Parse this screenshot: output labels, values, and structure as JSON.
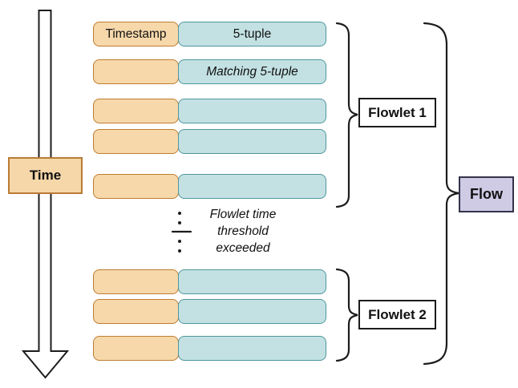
{
  "palette": {
    "orange_fill": "#F6D8AB",
    "orange_border": "#BE7D2F",
    "teal_fill": "#C3E1E3",
    "teal_border": "#4F969C",
    "lavender_fill": "#CFCBE4",
    "lavender_border": "#33334A",
    "line_color": "#1C1C1C"
  },
  "time_axis": {
    "label": "Time"
  },
  "packets": {
    "header_row": {
      "timestamp": "Timestamp",
      "tuple": "5-tuple"
    },
    "match_row": {
      "tuple": "Matching 5-tuple"
    },
    "empty_row_count": 6
  },
  "separator": {
    "lines": [
      "Flowlet time",
      "threshold",
      "exceeded"
    ]
  },
  "groups": [
    {
      "label": "Flowlet 1"
    },
    {
      "label": "Flowlet 2"
    }
  ],
  "flow": {
    "label": "Flow"
  }
}
